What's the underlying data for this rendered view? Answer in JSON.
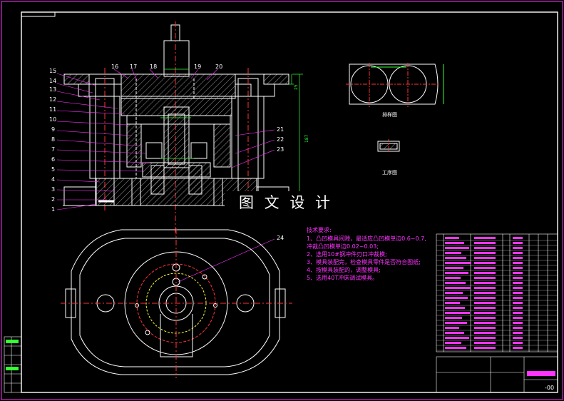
{
  "part_labels_left": [
    "15",
    "14",
    "13",
    "12",
    "11",
    "10",
    "9",
    "8",
    "7",
    "6",
    "5",
    "4",
    "3",
    "2",
    "1"
  ],
  "part_labels_top": [
    "16",
    "17",
    "18",
    "19",
    "20"
  ],
  "part_labels_right": [
    "21",
    "22",
    "23"
  ],
  "plan_label": "24",
  "caption_blank": "排样图",
  "caption_part": "工序图",
  "watermark": "图 文 设 计",
  "tech_notes": {
    "title": "技术要求:",
    "lines": [
      "1、凸凹模具间隙，最适应凸凹模单边0.6~0.7,",
      "冲裁凸凹模单边0.02~0.03;",
      "2、选用10#钢冲件刃口冲裁模;",
      "3、模具装配完，检查模具零件是否符合图纸;",
      "4、按模具装配的，调整模具;",
      "5、选用40T冲床调试模具。"
    ]
  },
  "sheet_mark": "-00",
  "colors": {
    "background": "#000000",
    "border": "#ff33ff",
    "outline": "#ffffff",
    "centerline": "#ff3333",
    "dimension": "#33ff33",
    "leader": "#ff33ff",
    "yellow": "#ffff33"
  }
}
